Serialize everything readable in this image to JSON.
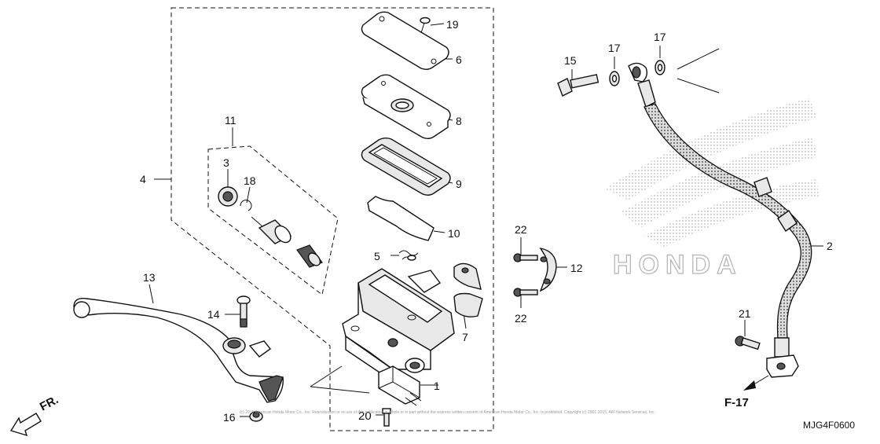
{
  "diagram": {
    "code": "MJG4F0600",
    "front_label": "FR.",
    "ref_label": "F-17",
    "brand_watermark": "HONDA",
    "copyright": "(c) 2015 American Honda Motor Co., Inc. Reproduction or re-use of this publication in whole or in part without the express written consent of American Honda Motor Co., Inc. is prohibited. Copyright (c) 2001-2015, ARI Network Services, Inc.",
    "callouts": [
      {
        "id": "c1",
        "text": "1"
      },
      {
        "id": "c2",
        "text": "2"
      },
      {
        "id": "c3",
        "text": "3"
      },
      {
        "id": "c4",
        "text": "4"
      },
      {
        "id": "c5",
        "text": "5"
      },
      {
        "id": "c6",
        "text": "6"
      },
      {
        "id": "c7",
        "text": "7"
      },
      {
        "id": "c8",
        "text": "8"
      },
      {
        "id": "c9",
        "text": "9"
      },
      {
        "id": "c10",
        "text": "10"
      },
      {
        "id": "c11",
        "text": "11"
      },
      {
        "id": "c12",
        "text": "12"
      },
      {
        "id": "c13",
        "text": "13"
      },
      {
        "id": "c14",
        "text": "14"
      },
      {
        "id": "c15",
        "text": "15"
      },
      {
        "id": "c16",
        "text": "16"
      },
      {
        "id": "c17a",
        "text": "17"
      },
      {
        "id": "c17b",
        "text": "17"
      },
      {
        "id": "c18",
        "text": "18"
      },
      {
        "id": "c19",
        "text": "19"
      },
      {
        "id": "c20",
        "text": "20"
      },
      {
        "id": "c21",
        "text": "21"
      },
      {
        "id": "c22a",
        "text": "22"
      },
      {
        "id": "c22b",
        "text": "22"
      }
    ]
  }
}
